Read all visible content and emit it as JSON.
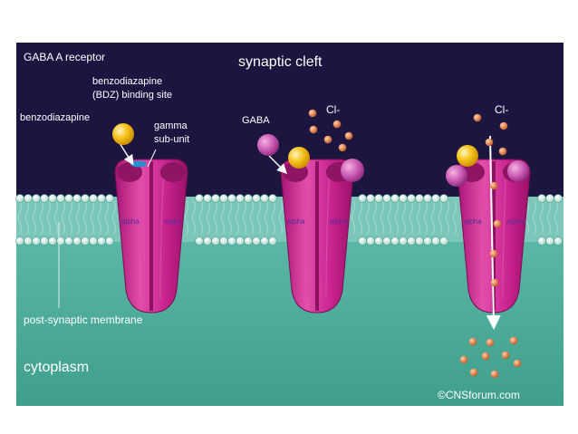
{
  "labels": {
    "receptor_title": "GABA A receptor",
    "synaptic_cleft": "synaptic cleft",
    "bdz_site_line1": "benzodiazapine",
    "bdz_site_line2": "(BDZ) binding site",
    "benzodiazapine": "benzodiazapine",
    "gamma_line1": "gamma",
    "gamma_line2": "sub-unit",
    "gaba": "GABA",
    "cl_middle": "Cl-",
    "cl_right": "Cl-",
    "subunit": "alpha",
    "membrane": "post-synaptic membrane",
    "cytoplasm": "cytoplasm",
    "credit": "©CNSforum.com"
  },
  "colors": {
    "cleft": "#1c1540",
    "membrane": "#74c0b4",
    "cytoplasm": "#4fae9c",
    "bead": "#d6ece6",
    "receptor": "#c4228a",
    "receptor_light": "#e55bb1",
    "receptor_groove": "#8a1260",
    "gaba": "#c55cb0",
    "bdz": "#f2b80f",
    "ion": "#e9905c",
    "text_light": "#ffffff",
    "subunit_text": "#5a2a9a"
  }
}
